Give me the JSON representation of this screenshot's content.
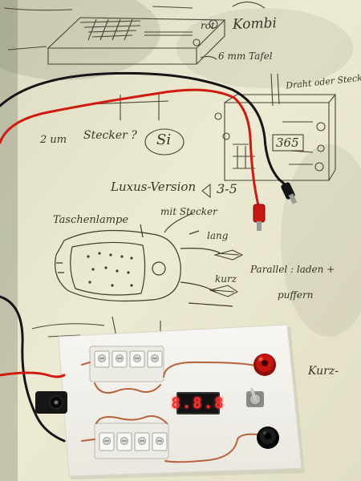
{
  "photo": {
    "subject": "hand-sketched notes with a DIY battery voltage/charging board",
    "display_reading": "8.8.8",
    "handwriting": {
      "top_right": "Kombi",
      "label_rot": "rot",
      "label_6mm": "6 mm Tafel",
      "label_draht": "Draht oder Stecker",
      "label_stecker": "Stecker ?",
      "label_2um": "2 um",
      "label_si": "Si",
      "label_luxus": "Luxus-Version",
      "label_35": "3-5",
      "label_taschenlampe": "Taschenlampe",
      "label_mit_stecker": "mit Stecker",
      "label_lang": "lang",
      "label_kurz": "kurz",
      "label_parallel": "Parallel : laden +",
      "label_puffern": "puffern",
      "label_kurz2": "Kurz-",
      "label_365": "365"
    }
  },
  "colors": {
    "paper": "#e6e4cc",
    "board": "#f2f1ec",
    "wire_red": "#d01a10",
    "wire_black": "#151515",
    "copper": "#b8623a",
    "led": "#ff2a2a"
  }
}
